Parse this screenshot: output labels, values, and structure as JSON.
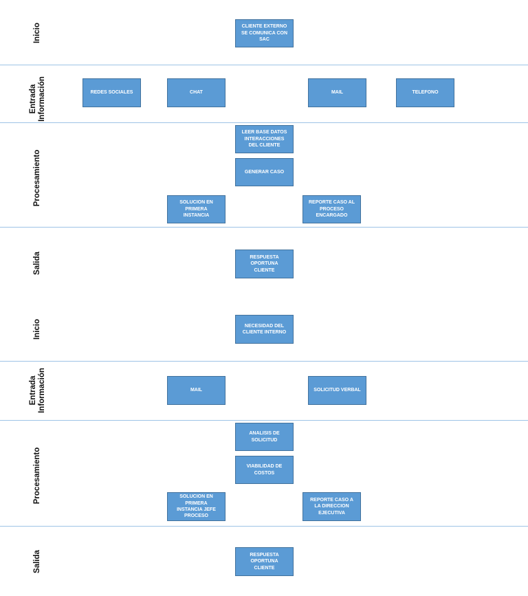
{
  "lanes": {
    "inicio1": "Inicio",
    "entrada1_line1": "Entrada",
    "entrada1_line2": "Información",
    "procesamiento1": "Procesamiento",
    "salida1": "Salida",
    "inicio2": "Inicio",
    "entrada2_line1": "Entrada",
    "entrada2_line2": "Información",
    "procesamiento2": "Procesamiento",
    "salida2": "Salida"
  },
  "external": {
    "start": "CLIENTE EXTERNO SE COMUNICA CON SAC",
    "social": "REDES SOCIALES",
    "chat": "CHAT",
    "mail": "MAIL",
    "phone": "TELEFONO",
    "read_db": "LEER BASE DATOS INTERACCIONES DEL CLIENTE",
    "create_case": "GENERAR CASO",
    "first_solution": "SOLUCION EN PRIMERA INSTANCIA",
    "report": "REPORTE CASO AL PROCESO ENCARGADO",
    "output": "RESPUESTA OPORTUNA CLIENTE"
  },
  "internal": {
    "start": "NECESIDAD DEL CLIENTE INTERNO",
    "mail": "MAIL",
    "verbal": "SOLICITUD VERBAL",
    "analysis": "ANALISIS DE SOLICITUD",
    "costs": "VIABILIDAD DE COSTOS",
    "first_solution": "SOLUCION EN PRIMERA INSTANCIA JEFE PROCESO",
    "report": "REPORTE CASO A LA DIRECCION EJECUTIVA",
    "output": "RESPUESTA OPORTUNA CLIENTE"
  }
}
